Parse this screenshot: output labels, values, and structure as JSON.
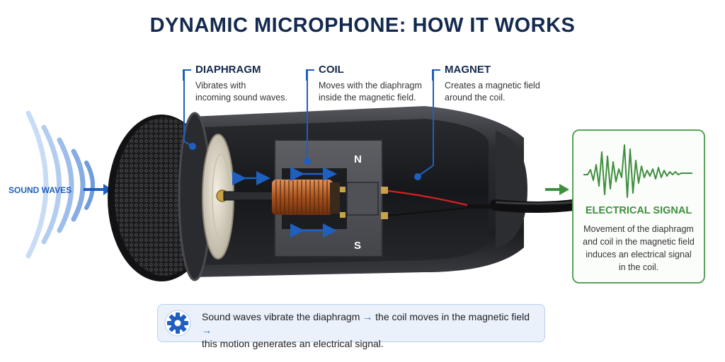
{
  "title": "DYNAMIC MICROPHONE: HOW IT WORKS",
  "sound_waves_label": "SOUND WAVES",
  "callouts": [
    {
      "heading": "DIAPHRAGM",
      "description": "Vibrates with\nincoming sound waves."
    },
    {
      "heading": "COIL",
      "description": "Moves with the diaphragm\ninside the magnetic field."
    },
    {
      "heading": "MAGNET",
      "description": "Creates a magnetic field\naround the coil."
    }
  ],
  "magnet_poles": {
    "north": "N",
    "south": "S"
  },
  "electrical_signal": {
    "heading": "ELECTRICAL SIGNAL",
    "description": "Movement of the diaphragm\nand coil in the magnetic field\ninduces an electrical signal\nin the coil."
  },
  "summary": {
    "part1": "Sound waves vibrate the diaphragm",
    "arrow": "→",
    "part2": "the coil moves in the magnetic field",
    "part3": "this motion generates an electrical signal.",
    "icon": "gear-icon"
  },
  "colors": {
    "title": "#14294f",
    "accent_blue": "#1f5fbf",
    "signal_green": "#3f8f3f",
    "copper": "#b8652c",
    "wire_red": "#d62020"
  }
}
